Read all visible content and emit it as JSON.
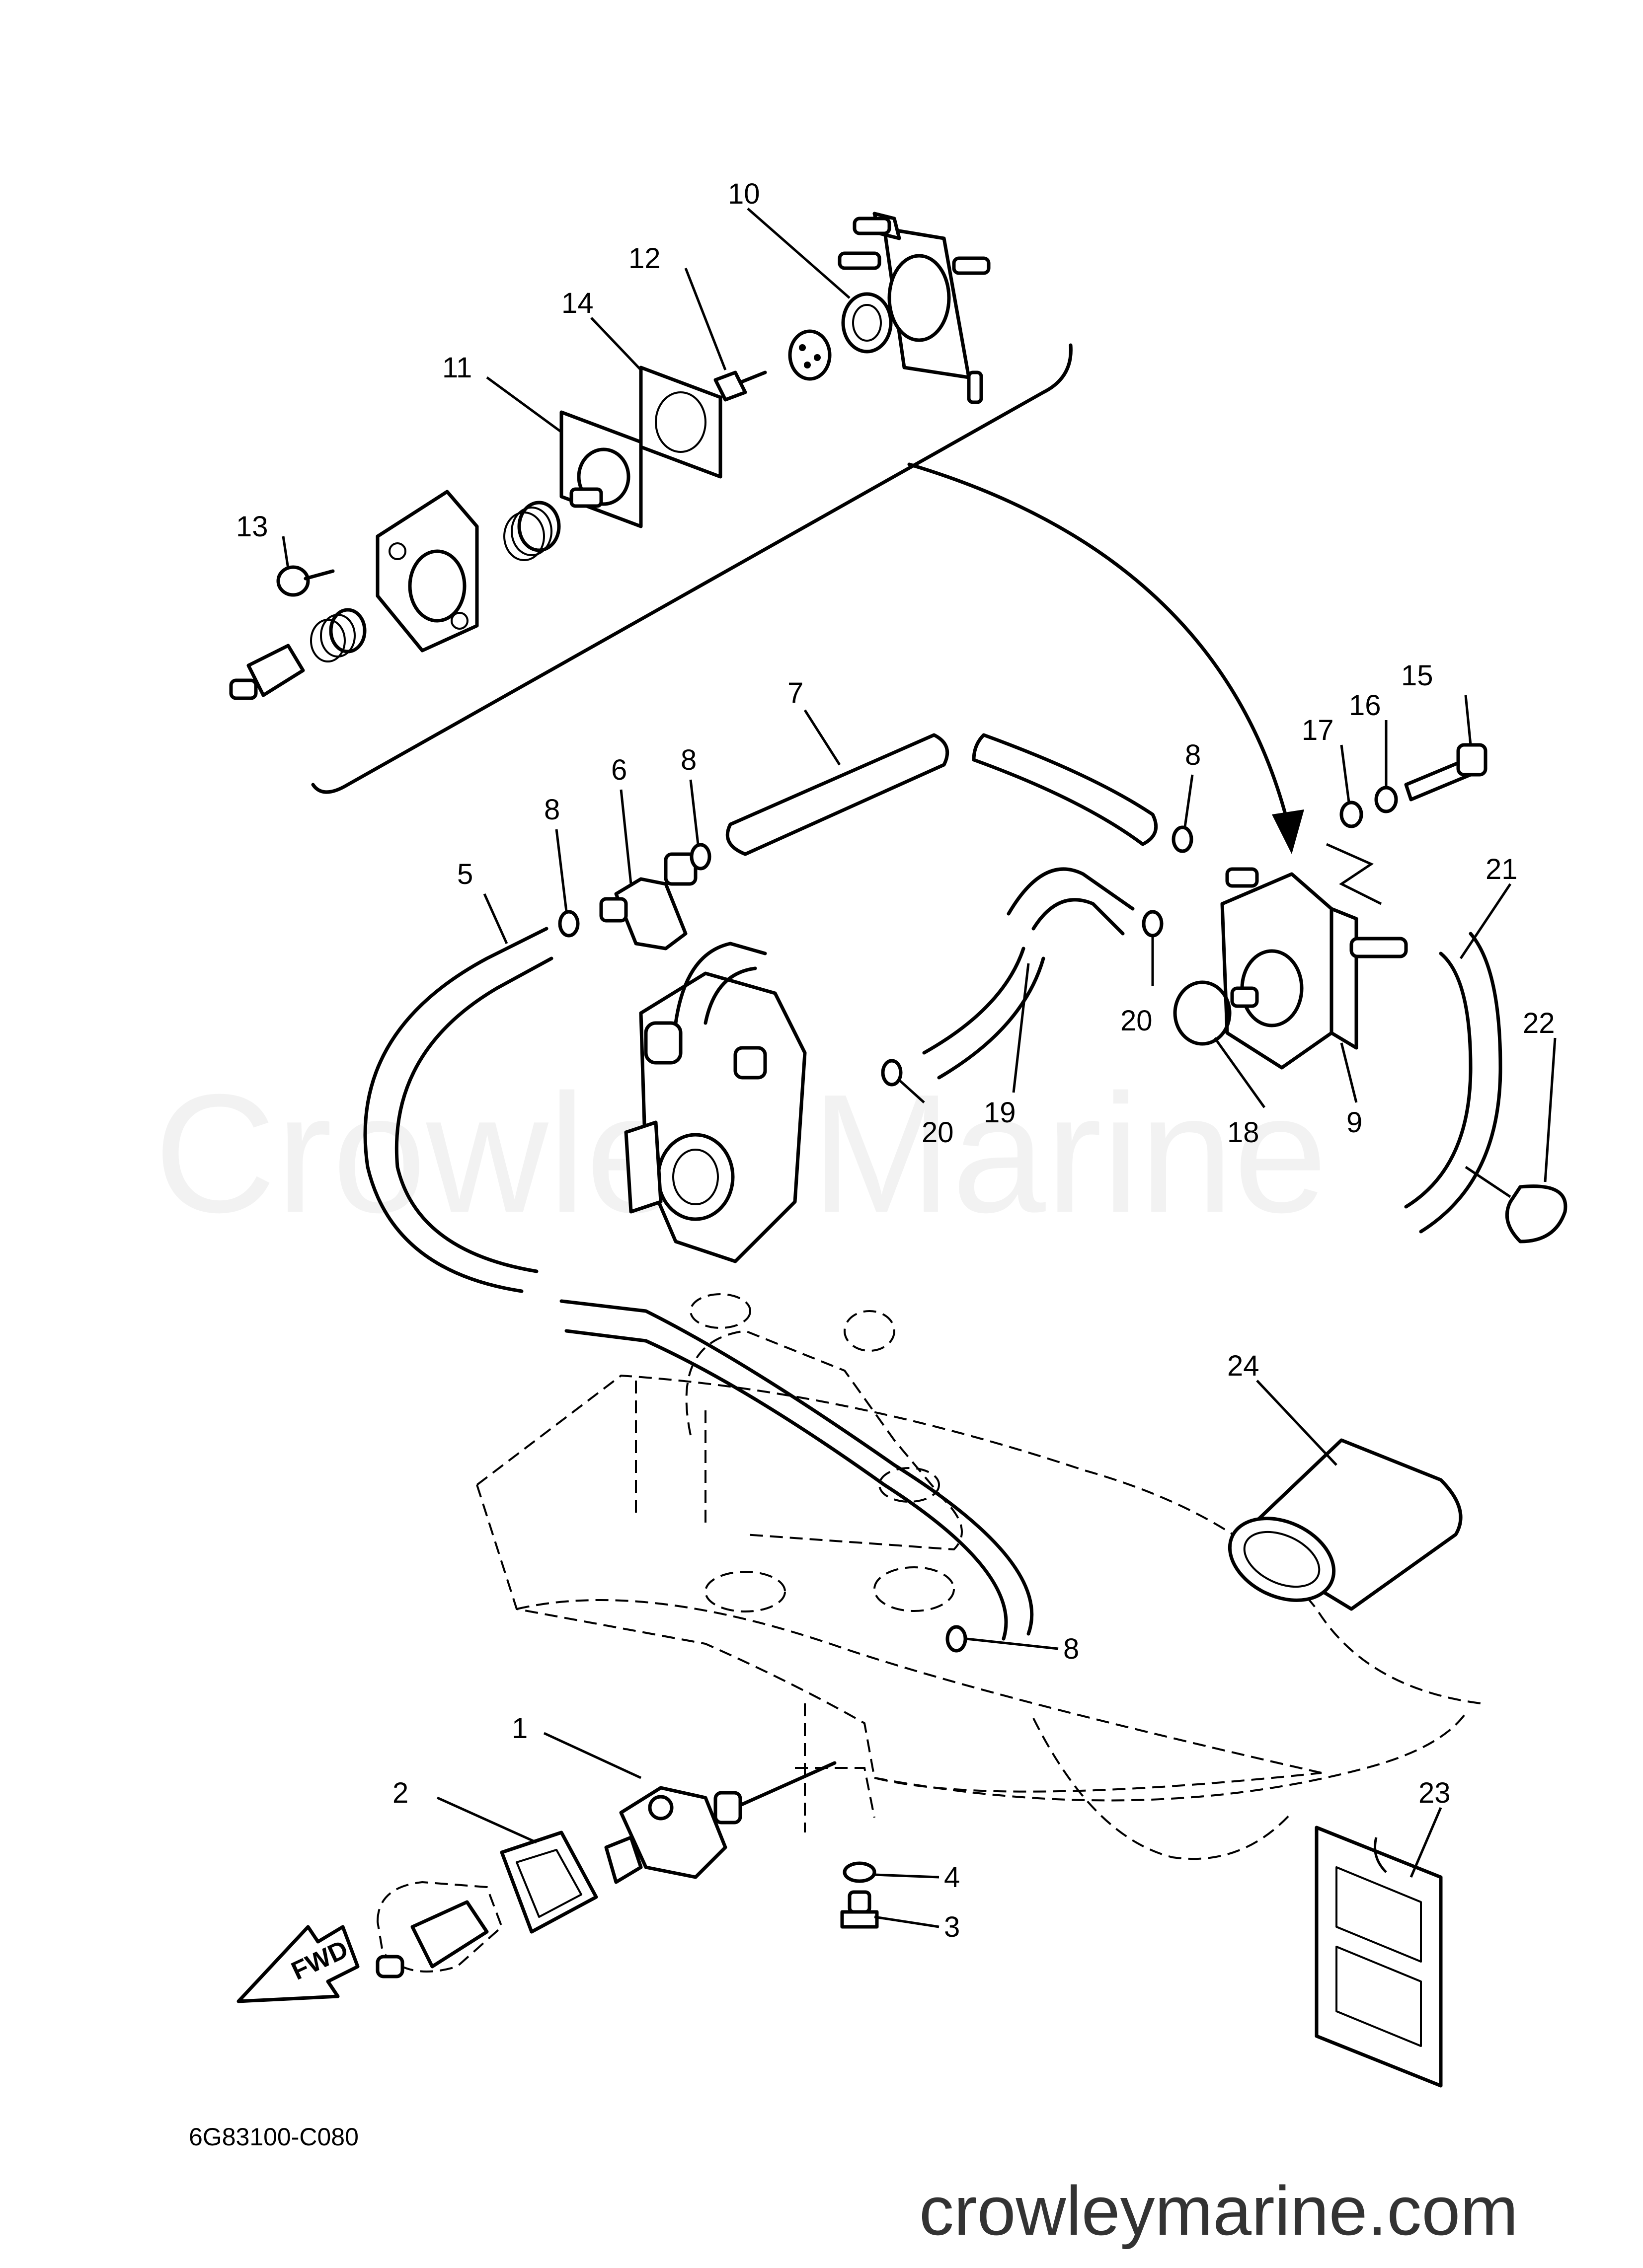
{
  "diagram_code": "6G83100-C080",
  "watermark": "Crowley Marine",
  "site": "crowleymarine.com",
  "fwd_label": "FWD",
  "callouts": [
    {
      "id": "c1",
      "label": "1"
    },
    {
      "id": "c2",
      "label": "2"
    },
    {
      "id": "c3",
      "label": "3"
    },
    {
      "id": "c4",
      "label": "4"
    },
    {
      "id": "c5",
      "label": "5"
    },
    {
      "id": "c6",
      "label": "6"
    },
    {
      "id": "c7",
      "label": "7"
    },
    {
      "id": "c8a",
      "label": "8"
    },
    {
      "id": "c8b",
      "label": "8"
    },
    {
      "id": "c8c",
      "label": "8"
    },
    {
      "id": "c8d",
      "label": "8"
    },
    {
      "id": "c9",
      "label": "9"
    },
    {
      "id": "c10",
      "label": "10"
    },
    {
      "id": "c11",
      "label": "11"
    },
    {
      "id": "c12",
      "label": "12"
    },
    {
      "id": "c13",
      "label": "13"
    },
    {
      "id": "c14",
      "label": "14"
    },
    {
      "id": "c15",
      "label": "15"
    },
    {
      "id": "c16",
      "label": "16"
    },
    {
      "id": "c17",
      "label": "17"
    },
    {
      "id": "c18",
      "label": "18"
    },
    {
      "id": "c19",
      "label": "19"
    },
    {
      "id": "c20a",
      "label": "20"
    },
    {
      "id": "c20b",
      "label": "20"
    },
    {
      "id": "c21",
      "label": "21"
    },
    {
      "id": "c22",
      "label": "22"
    },
    {
      "id": "c23",
      "label": "23"
    },
    {
      "id": "c24",
      "label": "24"
    }
  ]
}
